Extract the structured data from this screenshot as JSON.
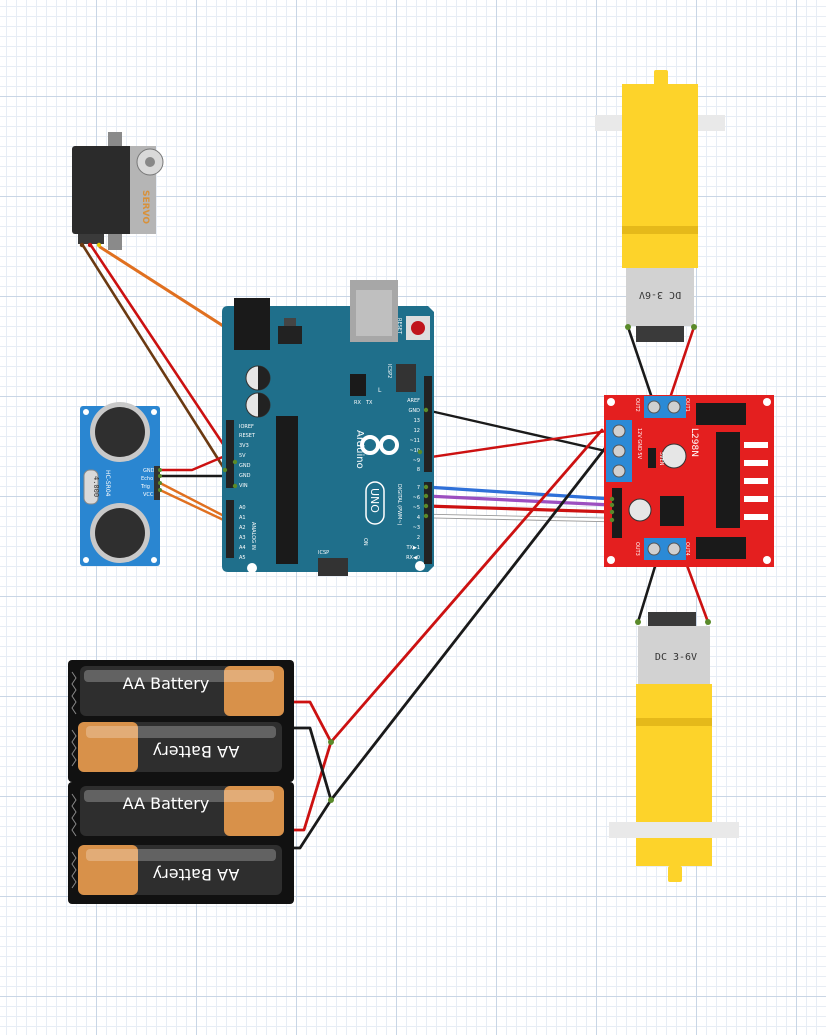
{
  "colors": {
    "arduino": "#1f6f8b",
    "arduino_dark": "#155a72",
    "sensor": "#2a86d1",
    "driver": "#e41f1f",
    "motor_yellow": "#fdd32a",
    "servo_body": "#2b2b2b",
    "battery_body": "#2e2e2e",
    "battery_cap": "#d8914a",
    "wire_red": "#cc1111",
    "wire_black": "#1a1a1a",
    "wire_orange": "#e07020",
    "wire_brown": "#6b3a12",
    "wire_blue": "#2f70d8",
    "wire_purple": "#9c4fc0",
    "wire_white": "#f2f2f2"
  },
  "servo": {
    "label": "SERVO"
  },
  "sensor": {
    "crystal": "4.000",
    "model": "HC-SR04",
    "pins": [
      "VCC",
      "Trig",
      "Echo",
      "GND"
    ]
  },
  "arduino": {
    "reset": "RESET",
    "icsp2": "ICSP2",
    "l": "L",
    "tx": "TX",
    "rx": "RX",
    "brand": "Arduino",
    "model": "UNO",
    "on": "ON",
    "icsp": "ICSP",
    "digital": "DIGITAL (PWM~)",
    "analog": "ANALOG IN",
    "power_pins": [
      "IOREF",
      "RESET",
      "3V3",
      "5V",
      "GND",
      "GND",
      "VIN"
    ],
    "analog_pins": [
      "A0",
      "A1",
      "A2",
      "A3",
      "A4",
      "A5"
    ],
    "digital_top": [
      "AREF",
      "GND",
      "13",
      "12",
      "~11",
      "~10",
      "~9",
      "8"
    ],
    "digital_bottom": [
      "7",
      "~6",
      "~5",
      "4",
      "~3",
      "2",
      "TX▶1",
      "RX◀0"
    ]
  },
  "driver": {
    "chip": "L298N",
    "out1": "OUT1",
    "out2": "OUT2",
    "out3": "OUT3",
    "out4": "OUT4",
    "power": "12V GND 5V",
    "enable": "5VEN"
  },
  "motors": {
    "label": "DC 3-6V"
  },
  "batteries": {
    "label": "AA Battery"
  }
}
